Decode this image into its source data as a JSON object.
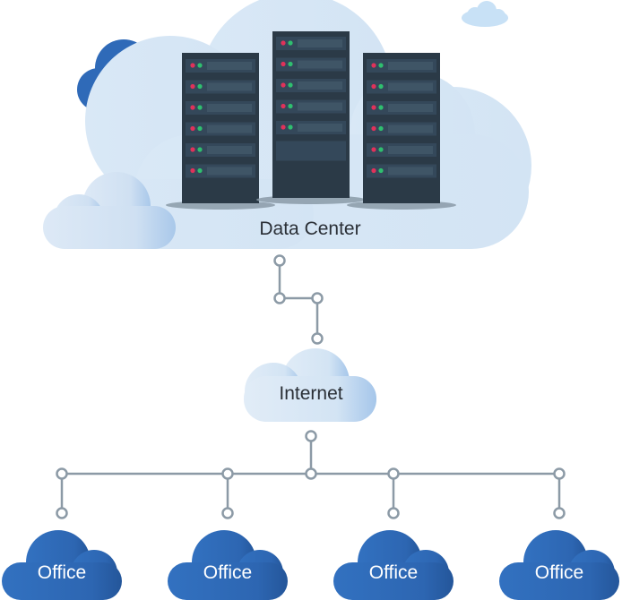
{
  "datacenter": {
    "label": "Data Center"
  },
  "internet": {
    "label": "Internet"
  },
  "offices": [
    {
      "label": "Office"
    },
    {
      "label": "Office"
    },
    {
      "label": "Office"
    },
    {
      "label": "Office"
    }
  ],
  "colors": {
    "cloud_light": "#d8e8f6",
    "cloud_shade": "#b9d4ee",
    "cloud_dark": "#2f6ab8",
    "cloud_dark_shade": "#2a5fa8",
    "small_cloud": "#c7e1f6",
    "rack_body": "#2b3a47",
    "rack_slot": "#3f5566",
    "rack_base": "#8a9aa7",
    "led_red": "#e0325a",
    "led_green": "#2fbf6f",
    "connector": "#8c9aa6",
    "text_dark": "#2a2f36",
    "text_light": "#ffffff"
  }
}
